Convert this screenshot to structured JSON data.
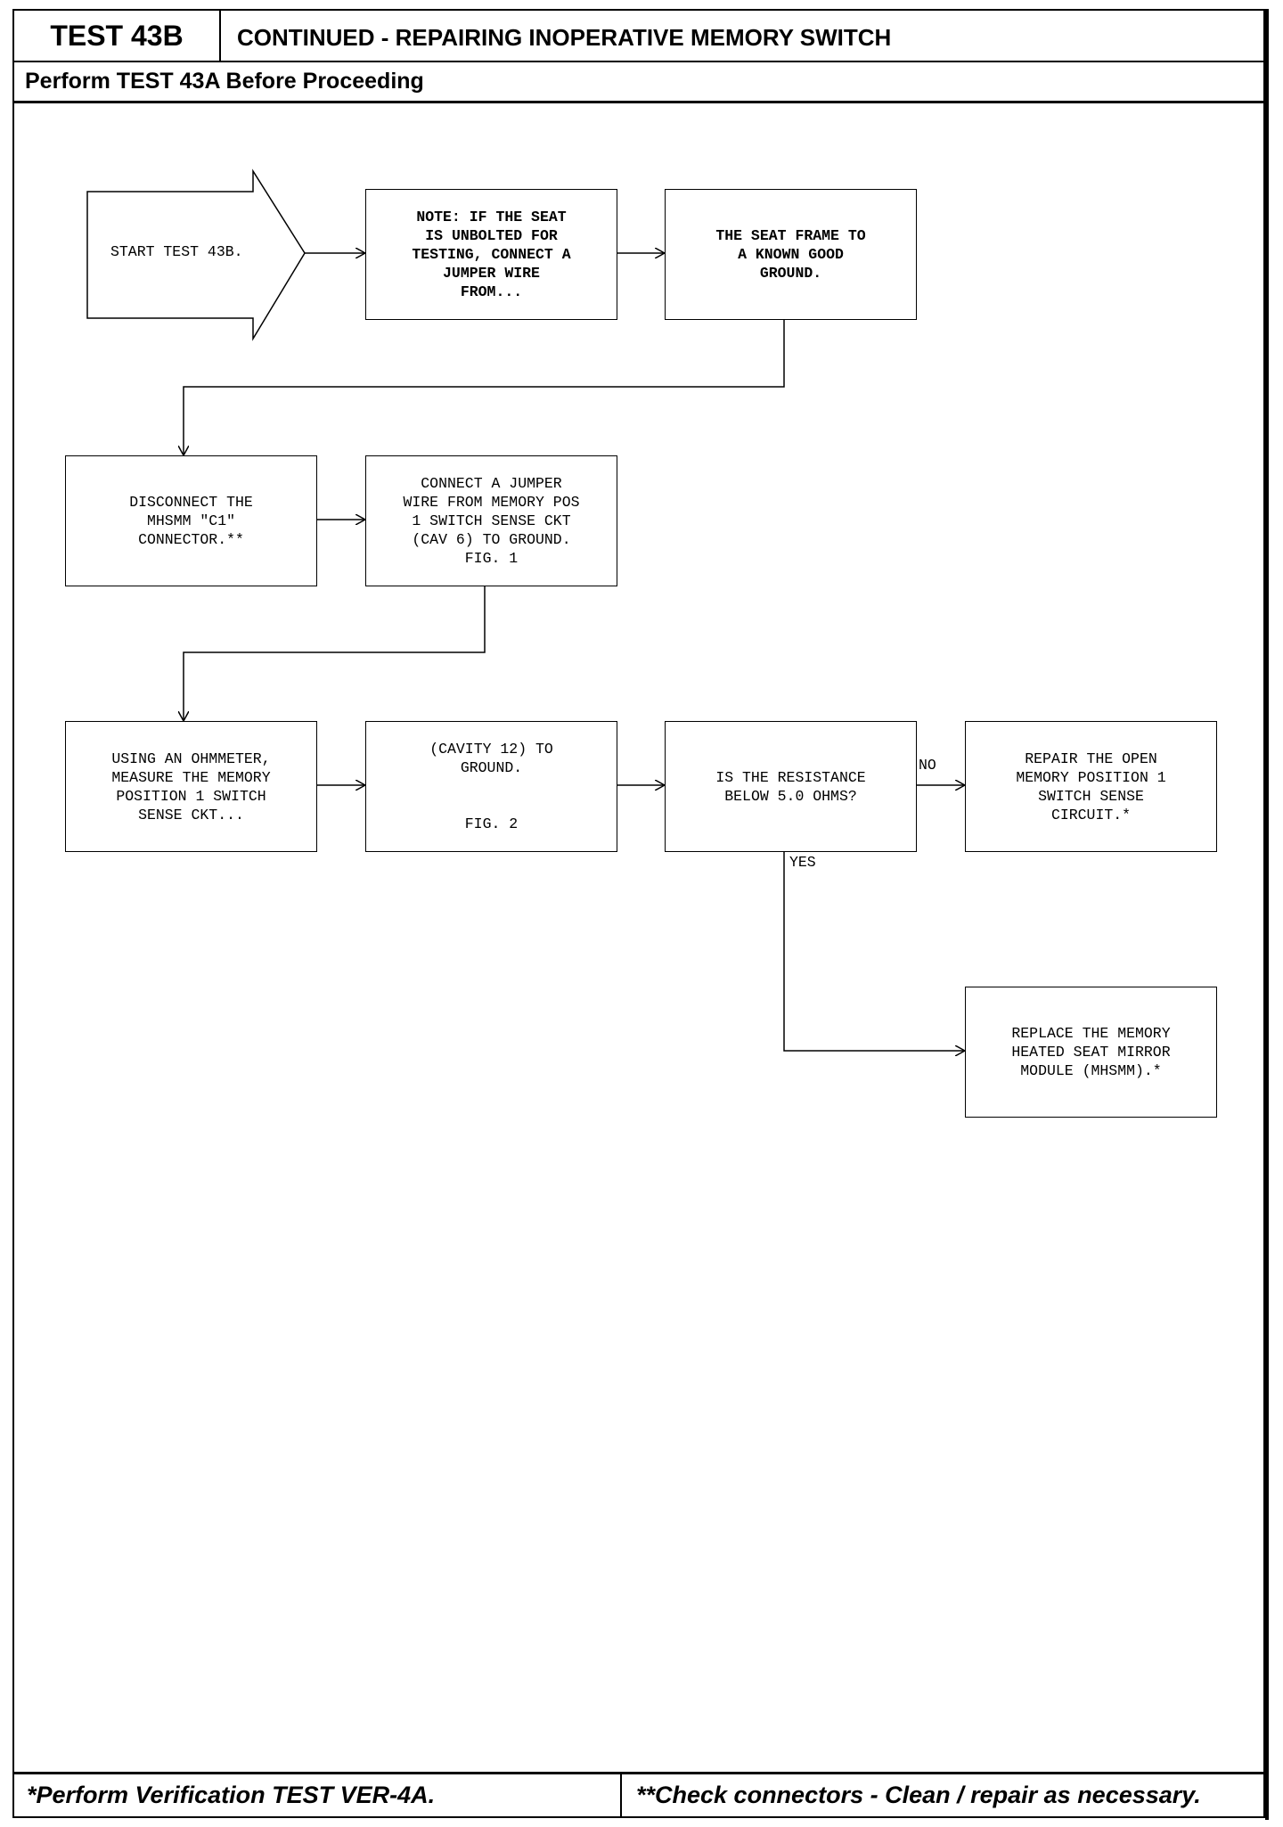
{
  "header": {
    "test_id": "TEST 43B",
    "title": "CONTINUED - REPAIRING INOPERATIVE MEMORY SWITCH",
    "prerequisite": "Perform TEST 43A Before Proceeding"
  },
  "flowchart": {
    "start": {
      "text": "START TEST 43B."
    },
    "note_box": {
      "lines": [
        "NOTE: IF THE SEAT",
        "IS UNBOLTED FOR",
        "TESTING, CONNECT A",
        "JUMPER WIRE",
        "FROM..."
      ]
    },
    "frame_box": {
      "lines": [
        "THE SEAT FRAME TO",
        "A KNOWN GOOD",
        "GROUND."
      ]
    },
    "disconnect_box": {
      "lines": [
        "DISCONNECT THE",
        "MHSMM \"C1\"",
        "CONNECTOR.**"
      ]
    },
    "jumper_box": {
      "lines": [
        "CONNECT A JUMPER",
        "WIRE FROM MEMORY POS",
        "1 SWITCH SENSE CKT",
        "(CAV 6) TO GROUND.",
        "FIG. 1"
      ]
    },
    "ohmmeter_box": {
      "lines": [
        "USING AN OHMMETER,",
        "MEASURE THE MEMORY",
        "POSITION 1 SWITCH",
        "SENSE CKT..."
      ]
    },
    "cavity_box": {
      "lines": [
        "(CAVITY 12) TO",
        "GROUND.",
        "",
        "",
        "FIG. 2"
      ]
    },
    "decision_box": {
      "lines": [
        "IS THE RESISTANCE",
        "BELOW 5.0 OHMS?"
      ]
    },
    "repair_box": {
      "lines": [
        "REPAIR THE OPEN",
        "MEMORY POSITION 1",
        "SWITCH SENSE",
        "CIRCUIT.*"
      ]
    },
    "replace_box": {
      "lines": [
        "REPLACE THE MEMORY",
        "HEATED SEAT MIRROR",
        "MODULE (MHSMM).*"
      ]
    },
    "no_label": "NO",
    "yes_label": "YES"
  },
  "footer": {
    "left": "*Perform Verification TEST VER-4A.",
    "right": "**Check connectors - Clean / repair as necessary."
  }
}
